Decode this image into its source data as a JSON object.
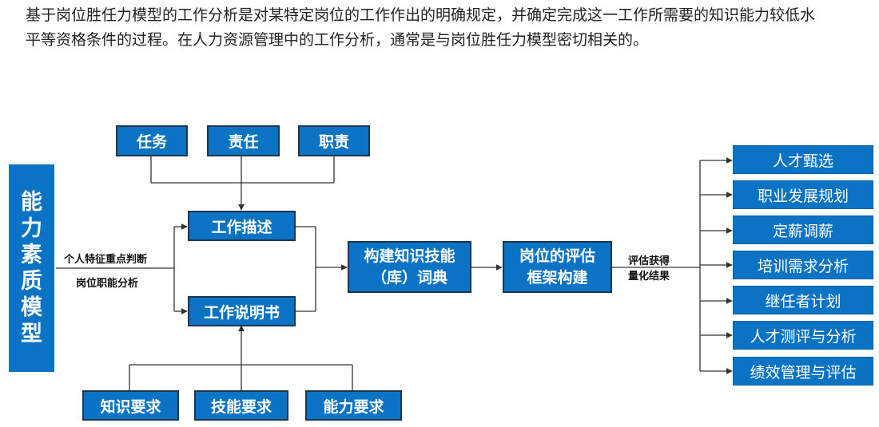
{
  "intro_text": "基于岗位胜任力模型的工作分析是对某特定岗位的工作作出的明确规定，并确定完成这一工作所需要的知识能力较低水平等资格条件的过程。在人力资源管理中的工作分析，通常是与岗位胜任力模型密切相关的。",
  "side_label": [
    "能",
    "力",
    "素",
    "质",
    "模",
    "型"
  ],
  "top_inputs": [
    "任务",
    "责任",
    "职责"
  ],
  "bottom_inputs": [
    "知识要求",
    "技能要求",
    "能力要求"
  ],
  "job_description": "工作描述",
  "job_specification": "工作说明书",
  "left_labels": {
    "upper": "个人特征重点判断",
    "lower": "岗位职能分析"
  },
  "dictionary_box": [
    "构建知识技能",
    "（库）词典"
  ],
  "framework_box": [
    "岗位的评估",
    "框架构建"
  ],
  "result_label": [
    "评估获得",
    "量化结果"
  ],
  "outputs": [
    "人才甄选",
    "职业发展规划",
    "定薪调薪",
    "培训需求分析",
    "继任者计划",
    "人才测评与分析",
    "绩效管理与评估"
  ],
  "colors": {
    "box_fill": "#0b73c4",
    "box_border": "#1d3550",
    "line": "#333333"
  }
}
